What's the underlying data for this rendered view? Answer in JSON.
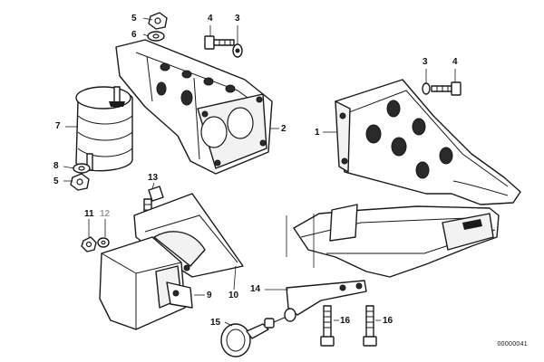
{
  "callouts": {
    "c1": "1",
    "c2": "2",
    "c3a": "3",
    "c3b": "3",
    "c4a": "4",
    "c4b": "4",
    "c5a": "5",
    "c5b": "5",
    "c6": "6",
    "c7": "7",
    "c8": "8",
    "c9": "9",
    "c10": "10",
    "c11": "11",
    "c12": "12",
    "c13": "13",
    "c14": "14",
    "c15": "15",
    "c16a": "16",
    "c16b": "16"
  },
  "catalog_number": "00000041",
  "colors": {
    "line": "#1a1a1a",
    "dimmed_label": "#9a9a9a",
    "background": "#ffffff"
  }
}
